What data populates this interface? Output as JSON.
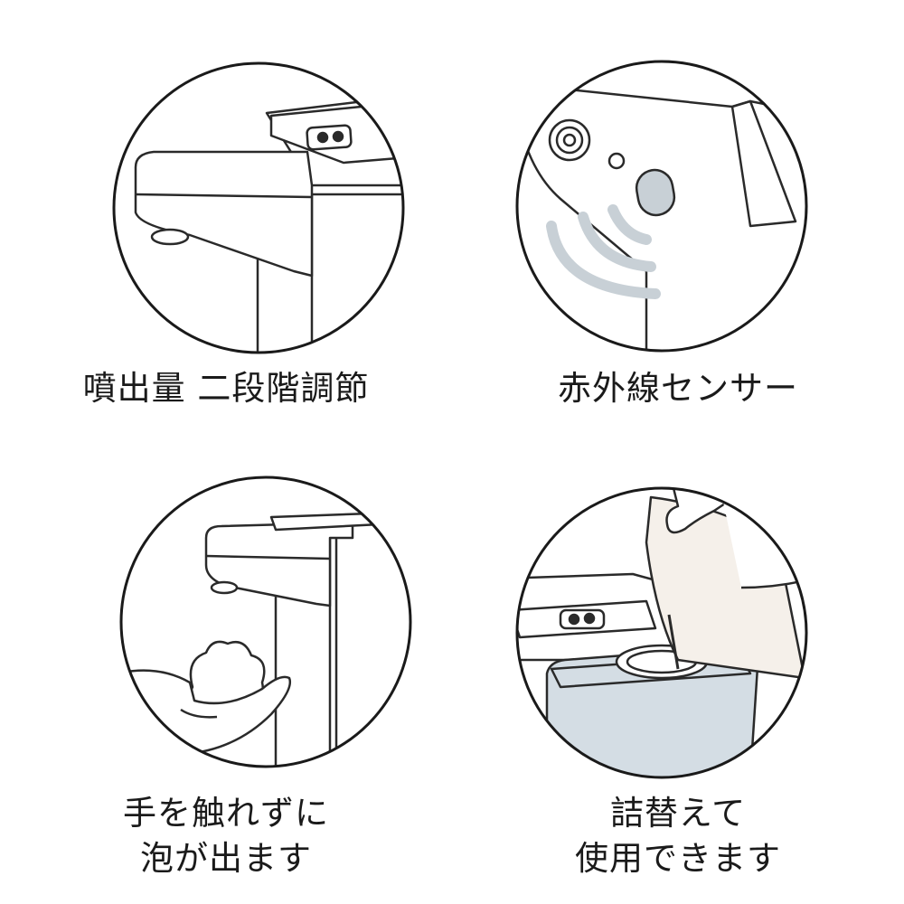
{
  "features": [
    {
      "id": "two-stage",
      "lines": [
        "噴出量 二段階調節"
      ]
    },
    {
      "id": "ir-sensor",
      "lines": [
        "赤外線センサー"
      ]
    },
    {
      "id": "touchless",
      "lines": [
        "手を触れずに",
        "泡が出ます"
      ]
    },
    {
      "id": "refill",
      "lines": [
        "詰替えて",
        "使用できます"
      ]
    }
  ],
  "colors": {
    "line": "#2a2a2a",
    "accent_gray": "#c8d0d6",
    "tank_blue": "#d4dde4",
    "background": "#ffffff"
  }
}
